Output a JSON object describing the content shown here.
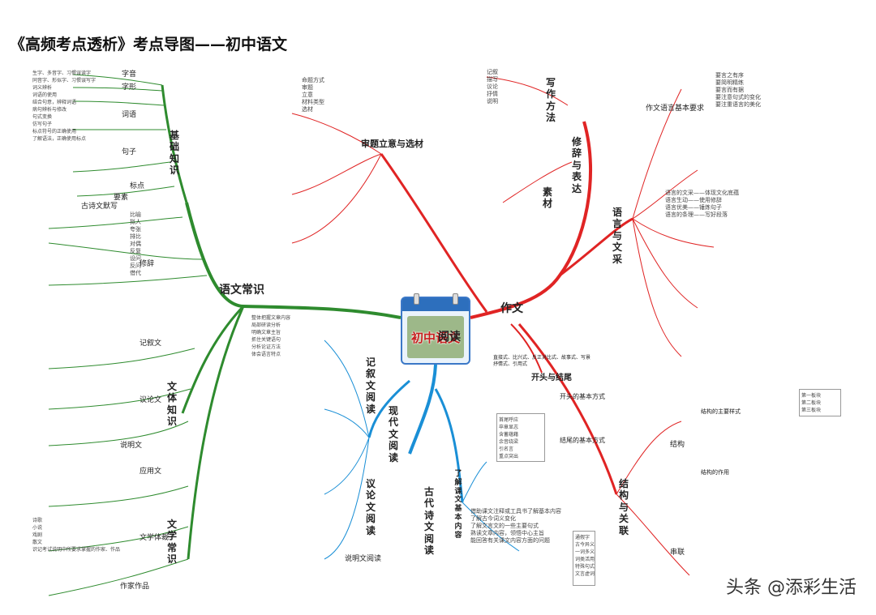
{
  "title": "《高频考点透析》考点导图——初中语文",
  "center": {
    "label": "初中语文"
  },
  "watermark": "头条 @添彩生活",
  "main": {
    "yuwen_changshi": "语文常识",
    "yuedu": "阅读",
    "zuowen": "作文"
  },
  "left": {
    "jichu_zhishi": "基础知识",
    "wenti_zhishi": "文体知识",
    "wenxue_changshi": "文学常识",
    "items": {
      "ziyin": "字音",
      "zixing": "字形",
      "ciyu": "词语",
      "juzi": "句子",
      "biaodian": "标点",
      "yaosu": "要素",
      "guwen_moxie": "古诗文默写",
      "xiuci": "修辞",
      "jixuwen": "记叙文",
      "yilunwen": "议论文",
      "shuomingwen": "说明文",
      "yingyongwen": "应用文",
      "wenxue_ticai": "文学体裁",
      "zuojia_zuopin": "作家作品"
    },
    "xiuci_list": [
      "比喻",
      "拟人",
      "夸张",
      "排比",
      "对偶",
      "反复",
      "设问",
      "反问",
      "借代"
    ],
    "jichu_list": [
      "生字、多音字、习惯误读字",
      "同音字、形似字、习惯误写字",
      "词义辨析",
      "词语的使用",
      "结合句意，辨释词语",
      "病句辨析与修改",
      "句式变换",
      "仿写句子",
      "标点符号的正确使用",
      "了解语法，正确使用标点"
    ],
    "wenxue_list": [
      "诗歌",
      "小说",
      "戏剧",
      "散文",
      "识记考试说明中所要求掌握的作家、作品"
    ]
  },
  "reading": {
    "xiandai": "现代文阅读",
    "gudai": "古代诗文阅读",
    "jixu_yuedu": "记叙文阅读",
    "yilun_yuedu": "议论文阅读",
    "shuoming_yuedu": "说明文阅读",
    "liaojie_neirong": "了解课文基本内容",
    "gudai_list": [
      "借助课文注释或工具书了解基本内容",
      "了解古今词义变化",
      "了解文言文的一些主要句式",
      "熟读文章内容，领悟中心主旨",
      "能回答有关课文内容方面的问题"
    ],
    "xiandai_list": [
      "整体把握文章内容",
      "局部研读分析",
      "明确文章主旨",
      "抓住关键语句",
      "分析论证方法",
      "体会语言特点"
    ],
    "shici": [
      "通假字",
      "古今异义",
      "一词多义",
      "词类活用",
      "特殊句式",
      "文言虚词"
    ]
  },
  "top": {
    "shenti": "审题立意与选材",
    "tiaobiao": "修辞与表达",
    "suxie": "素材",
    "shenti_items": [
      "命题方式",
      "审题",
      "立意",
      "材料类型",
      "选材"
    ],
    "xiezuo_fangfa": "写作方法",
    "xiezuo_list": [
      "记叙",
      "描写",
      "议论",
      "抒情",
      "说明"
    ]
  },
  "right": {
    "yuyan_yu_wencai": "语言与文采",
    "jiegou_yu_guanlian": "结构与关联",
    "kaitou_jiewei": "开头与结尾",
    "yuyan_jiben": "作文语言基本要求",
    "yuyan_items": [
      "要言之有序",
      "要简明精练",
      "要言而有据",
      "要注意句式的变化",
      "要注重语言的美化"
    ],
    "wencai_items": [
      "语言的文采——体现文化底蕴",
      "语言生动——使用修辞",
      "语言优美——锤炼句子",
      "语言的条理——写好段落"
    ],
    "jiegou_items": [
      "结构",
      "串联"
    ],
    "jiegou_sub": [
      "结构的主要样式",
      "结构的作用"
    ],
    "kaitou_items": [
      "开头的基本方式",
      "结尾的基本方式"
    ],
    "kaitou_text": "直接式、比兴式、反正对比式、故事式、写景抒情式、引用式",
    "jiewei_list": [
      "首尾呼应",
      "卒章显志",
      "含蓄蕴藉",
      "余音绕梁",
      "引名言",
      "重点突出"
    ],
    "jiegou_boxes": [
      "第一板块",
      "第二板块",
      "第三板块"
    ]
  },
  "colors": {
    "green": "#2e8b2e",
    "red": "#e02424",
    "blue": "#1a8fd6",
    "center_border": "#3b78c7"
  }
}
